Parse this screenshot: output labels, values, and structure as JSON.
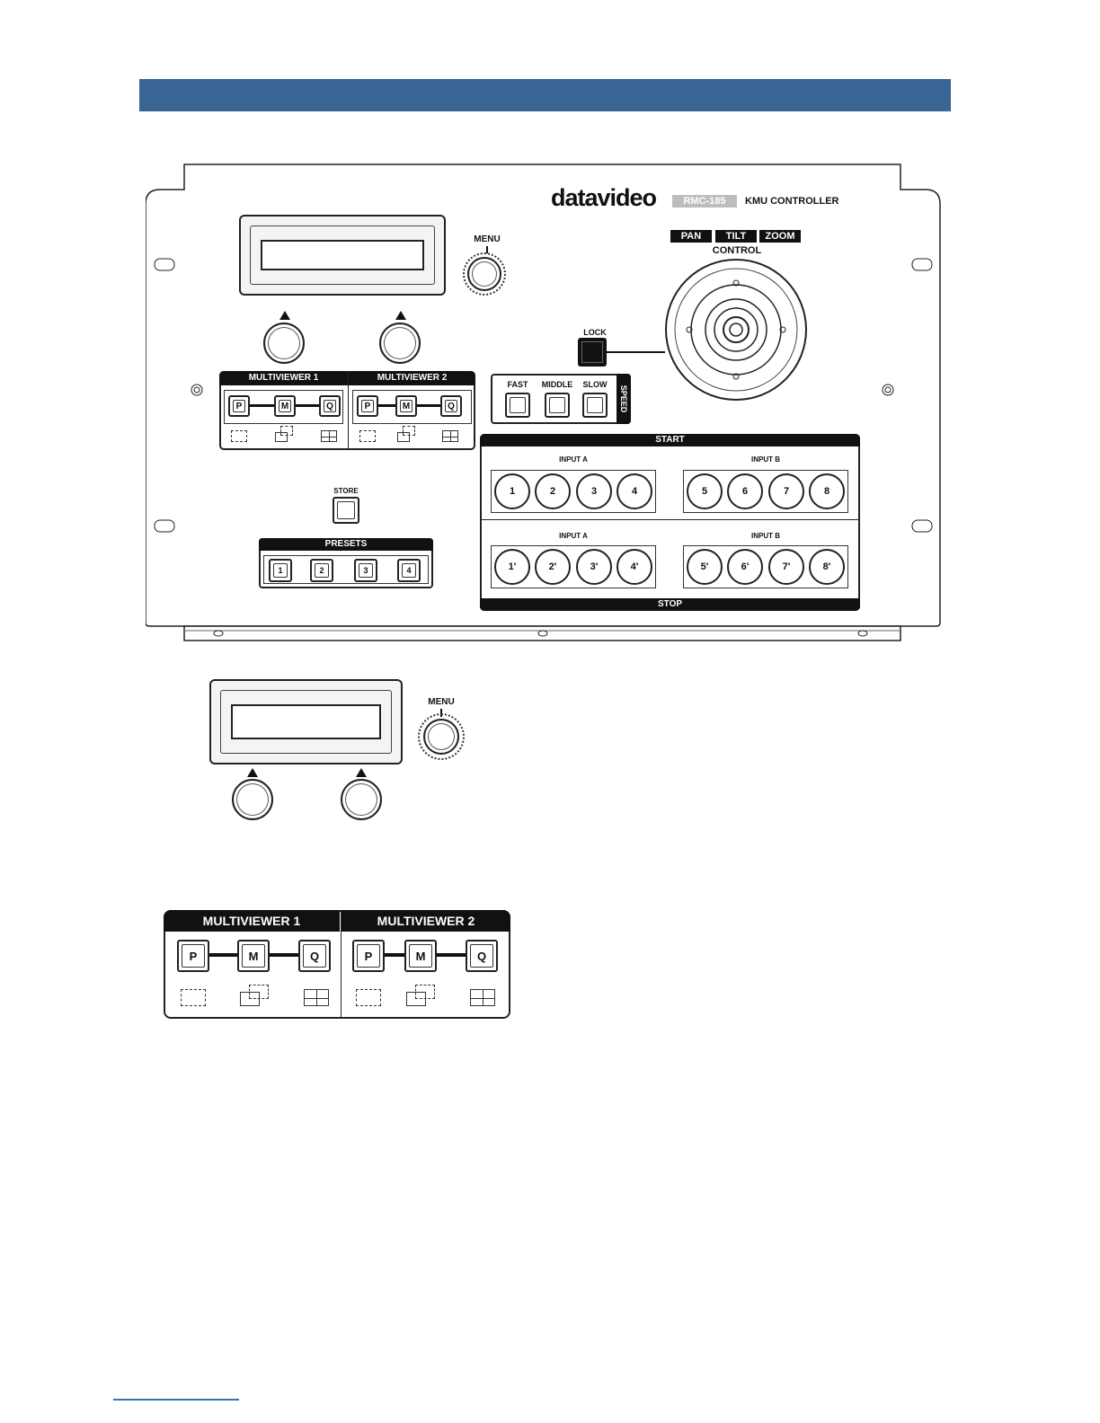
{
  "colors": {
    "header_bar": "#3a6493",
    "bottom_rule": "#3a6fbf"
  },
  "brand": {
    "logo": "datavideo",
    "model": "RMC-185",
    "product": "KMU CONTROLLER"
  },
  "control": {
    "tabs": [
      "PAN",
      "TILT",
      "ZOOM"
    ],
    "label": "CONTROL"
  },
  "menu": {
    "label": "MENU"
  },
  "lock": {
    "label": "LOCK"
  },
  "speed": {
    "title": "SPEED",
    "buttons": [
      "FAST",
      "MIDDLE",
      "SLOW"
    ]
  },
  "multiviewer": {
    "groups": [
      {
        "title": "MULTIVIEWER 1",
        "buttons": [
          "P",
          "M",
          "Q"
        ]
      },
      {
        "title": "MULTIVIEWER 2",
        "buttons": [
          "P",
          "M",
          "Q"
        ]
      }
    ]
  },
  "store": {
    "label": "STORE"
  },
  "presets": {
    "title": "PRESETS",
    "buttons": [
      "1",
      "2",
      "3",
      "4"
    ]
  },
  "start_section": {
    "title": "START",
    "input_a": {
      "label": "INPUT A",
      "buttons": [
        "1",
        "2",
        "3",
        "4"
      ]
    },
    "input_b": {
      "label": "INPUT B",
      "buttons": [
        "5",
        "6",
        "7",
        "8"
      ]
    }
  },
  "stop_section": {
    "title": "STOP",
    "input_a": {
      "label": "INPUT A",
      "buttons": [
        "1'",
        "2'",
        "3'",
        "4'"
      ]
    },
    "input_b": {
      "label": "INPUT B",
      "buttons": [
        "5'",
        "6'",
        "7'",
        "8'"
      ]
    }
  }
}
